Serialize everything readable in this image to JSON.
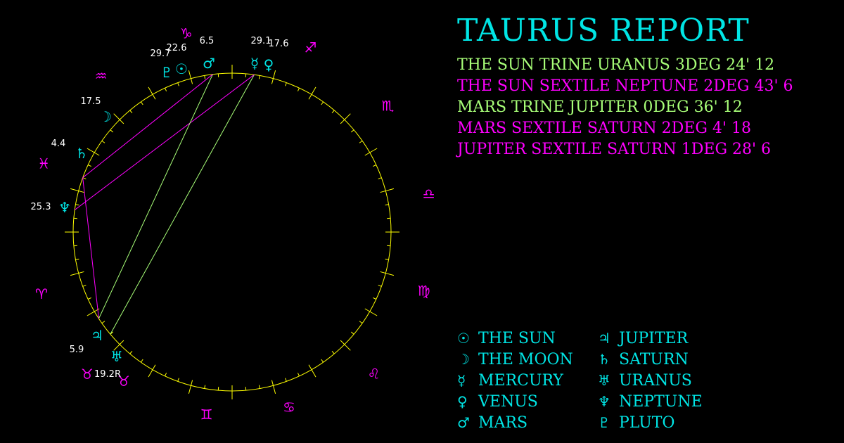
{
  "title": "TAURUS REPORT",
  "aspects": [
    {
      "text": "THE SUN TRINE URANUS 3DEG 24' 12",
      "type": "trine"
    },
    {
      "text": "THE SUN SEXTILE NEPTUNE 2DEG 43' 6",
      "type": "sextile"
    },
    {
      "text": "MARS TRINE JUPITER 0DEG 36' 12",
      "type": "trine"
    },
    {
      "text": "MARS SEXTILE SATURN 2DEG 4' 18",
      "type": "sextile"
    },
    {
      "text": "JUPITER SEXTILE SATURN 1DEG 28' 6",
      "type": "sextile"
    }
  ],
  "legend": [
    {
      "glyph": "☉",
      "name": "THE SUN"
    },
    {
      "glyph": "♃",
      "name": "JUPITER"
    },
    {
      "glyph": "☽",
      "name": "THE MOON"
    },
    {
      "glyph": "♄",
      "name": "SATURN"
    },
    {
      "glyph": "☿",
      "name": "MERCURY"
    },
    {
      "glyph": "♅",
      "name": "URANUS"
    },
    {
      "glyph": "♀",
      "name": "VENUS"
    },
    {
      "glyph": "♆",
      "name": "NEPTUNE"
    },
    {
      "glyph": "♂",
      "name": "MARS"
    },
    {
      "glyph": "♇",
      "name": "PLUTO"
    }
  ],
  "zodiac": [
    {
      "glyph": "♉",
      "name": "taurus"
    },
    {
      "glyph": "♊",
      "name": "gemini"
    },
    {
      "glyph": "♋",
      "name": "cancer"
    },
    {
      "glyph": "♌",
      "name": "leo"
    },
    {
      "glyph": "♍",
      "name": "virgo"
    },
    {
      "glyph": "♎",
      "name": "libra"
    },
    {
      "glyph": "♏",
      "name": "scorpio"
    },
    {
      "glyph": "♐",
      "name": "sagittarius"
    },
    {
      "glyph": "♑",
      "name": "capricorn"
    },
    {
      "glyph": "♒",
      "name": "aquarius"
    },
    {
      "glyph": "♓",
      "name": "pisces"
    },
    {
      "glyph": "♈",
      "name": "aries"
    }
  ],
  "planets": [
    {
      "id": "sun",
      "glyph": "☉",
      "degree": "22.6"
    },
    {
      "id": "pluto",
      "glyph": "♇",
      "degree": "29.7"
    },
    {
      "id": "mars",
      "glyph": "♂",
      "degree": "6.5"
    },
    {
      "id": "mercury",
      "glyph": "☿",
      "degree": "29.1"
    },
    {
      "id": "venus",
      "glyph": "♀",
      "degree": "17.6"
    },
    {
      "id": "moon",
      "glyph": "☽",
      "degree": "17.5"
    },
    {
      "id": "saturn",
      "glyph": "♄",
      "degree": "4.4"
    },
    {
      "id": "neptune",
      "glyph": "♆",
      "degree": "25.3"
    },
    {
      "id": "jupiter",
      "glyph": "♃",
      "degree": "5.9"
    },
    {
      "id": "uranus",
      "glyph": "♅",
      "degree": "19.2R"
    }
  ],
  "colors": {
    "background": "#000000",
    "ring": "#ffff00",
    "zodiac": "#ff00ff",
    "planet": "#00e5e5",
    "trine": "#a8ff78",
    "sextile": "#ff00ff",
    "degree_label": "#ffffff"
  }
}
